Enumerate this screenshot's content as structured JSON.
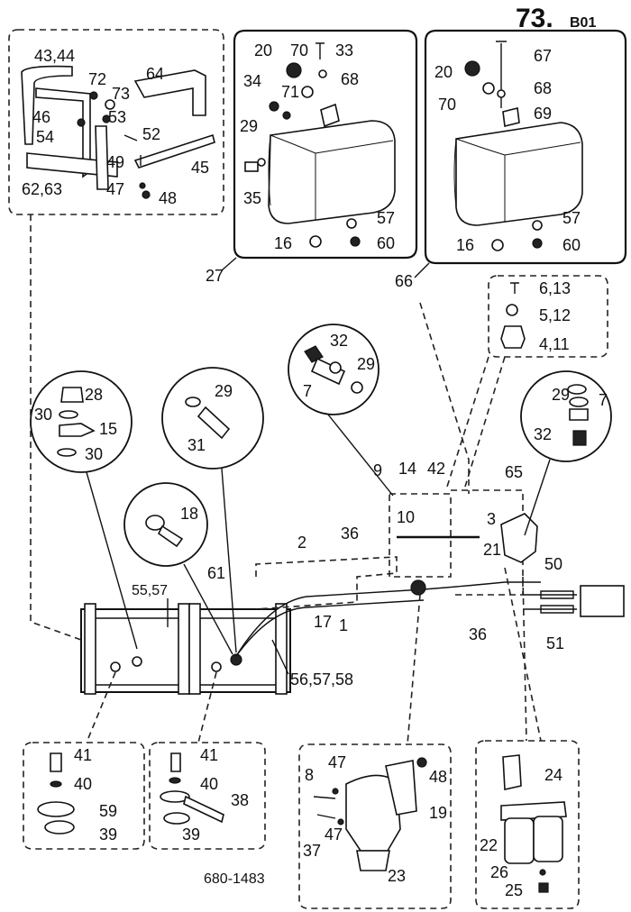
{
  "header": {
    "page_number": "73.",
    "page_suffix": "B01"
  },
  "footer": {
    "drawing_number": "680-1483"
  },
  "callouts": {
    "c43_44": "43,44",
    "c72": "72",
    "c64": "64",
    "c73": "73",
    "c46": "46",
    "c53": "53",
    "c54": "54",
    "c52": "52",
    "c49": "49",
    "c45": "45",
    "c62_63": "62,63",
    "c47a": "47",
    "c48a": "48",
    "c20a": "20",
    "c70a": "70",
    "c33": "33",
    "c68a": "68",
    "c34": "34",
    "c71": "71",
    "c29a": "29",
    "c35": "35",
    "c57a": "57",
    "c16a": "16",
    "c60a": "60",
    "c27": "27",
    "c67": "67",
    "c20b": "20",
    "c70b": "70",
    "c68b": "68",
    "c69": "69",
    "c57b": "57",
    "c16b": "16",
    "c60b": "60",
    "c66": "66",
    "c6_13": "6,13",
    "c5_12": "5,12",
    "c4_11": "4,11",
    "c32a": "32",
    "c29b": "29",
    "c7a": "7",
    "c28": "28",
    "c30a": "30",
    "c15": "15",
    "c30b": "30",
    "c29c": "29",
    "c31": "31",
    "c18": "18",
    "c29d": "29",
    "c7b": "7",
    "c32b": "32",
    "c9": "9",
    "c14": "14",
    "c42": "42",
    "c65": "65",
    "c10": "10",
    "c36a": "36",
    "c3": "3",
    "c2": "2",
    "c21": "21",
    "c50": "50",
    "c61": "61",
    "c55_57": "55,57",
    "c17": "17",
    "c1": "1",
    "c36b": "36",
    "c51": "51",
    "c56_57_58": "56,57,58",
    "c41a": "41",
    "c40a": "40",
    "c59": "59",
    "c39a": "39",
    "c41b": "41",
    "c40b": "40",
    "c38": "38",
    "c39b": "39",
    "c8": "8",
    "c47b": "47",
    "c48b": "48",
    "c19": "19",
    "c37": "37",
    "c47c": "47",
    "c23": "23",
    "c24": "24",
    "c22": "22",
    "c26": "26",
    "c25": "25"
  }
}
